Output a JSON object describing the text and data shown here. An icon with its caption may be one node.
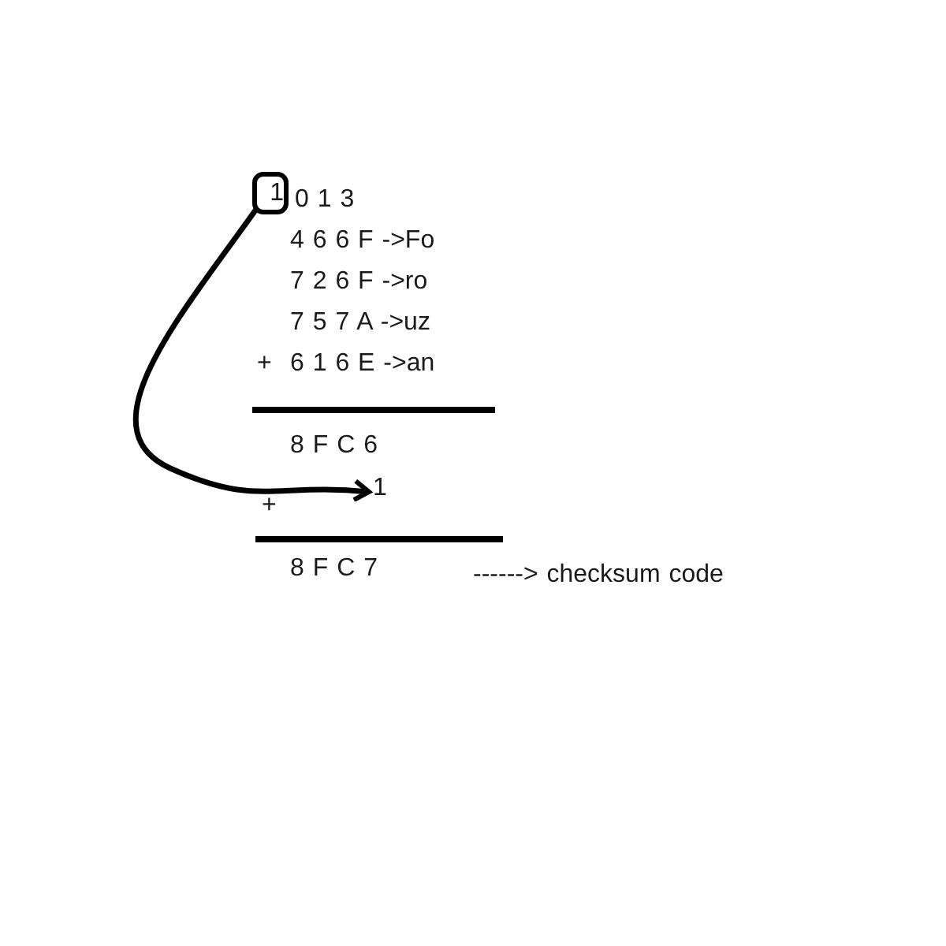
{
  "diagram": {
    "nodes": [
      {
        "text": [
          "1"
        ]
      },
      {
        "text": [
          "1"
        ]
      }
    ],
    "edges": [
      {
        "from": 0,
        "to": 1,
        "arrow": "to"
      }
    ],
    "labels": [
      "0 1 3",
      "4 6 6 F ->Fo",
      "7 2 6 F ->ro",
      "7 5 7 A ->uz",
      "+",
      "6 1 6 E ->an",
      "8 F C 6",
      "+",
      "8 F C 7",
      "------> checksum code"
    ]
  }
}
